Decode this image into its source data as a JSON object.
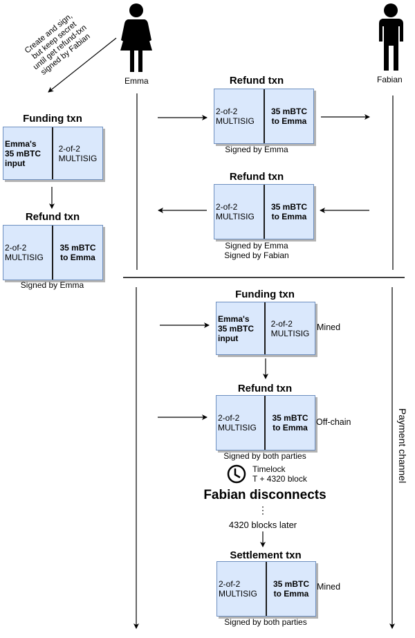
{
  "actors": {
    "emma": {
      "name": "Emma",
      "icon": "woman-figure-icon"
    },
    "fabian": {
      "name": "Fabian",
      "icon": "man-figure-icon"
    }
  },
  "diagonal_note": [
    "Create and sign,",
    "but keep secret",
    "until get refund-txn",
    "signed by Fabian"
  ],
  "left_column": {
    "funding": {
      "title": "Funding txn",
      "input": [
        "Emma's",
        "35 mBTC",
        "input"
      ],
      "output": [
        "2-of-2",
        "MULTISIG"
      ]
    },
    "refund": {
      "title": "Refund txn",
      "input": [
        "2-of-2",
        "MULTISIG"
      ],
      "output": [
        "35 mBTC",
        "to Emma"
      ],
      "signatures": [
        "Signed by Emma"
      ]
    }
  },
  "setup_phase": {
    "refund_to_fabian": {
      "title": "Refund txn",
      "input": [
        "2-of-2",
        "MULTISIG"
      ],
      "output": [
        "35 mBTC",
        "to Emma"
      ],
      "signatures": [
        "Signed by Emma"
      ]
    },
    "refund_to_emma": {
      "title": "Refund txn",
      "input": [
        "2-of-2",
        "MULTISIG"
      ],
      "output": [
        "35 mBTC",
        "to Emma"
      ],
      "signatures": [
        "Signed by Emma",
        "Signed by Fabian"
      ]
    }
  },
  "channel_phase": {
    "funding": {
      "title": "Funding txn",
      "input": [
        "Emma's",
        "35 mBTC",
        "input"
      ],
      "output": [
        "2-of-2",
        "MULTISIG"
      ],
      "status": "Mined"
    },
    "refund": {
      "title": "Refund txn",
      "input": [
        "2-of-2",
        "MULTISIG"
      ],
      "output": [
        "35 mBTC",
        "to Emma"
      ],
      "status": "Off-chain",
      "signatures": [
        "Signed by both parties"
      ]
    },
    "timelock": {
      "icon": "clock-icon",
      "label": "Timelock",
      "value": "T + 4320 block"
    },
    "event": "Fabian disconnects",
    "ellipsis": "⋮",
    "delay": "4320 blocks later",
    "settlement": {
      "title": "Settlement txn",
      "input": [
        "2-of-2",
        "MULTISIG"
      ],
      "output": [
        "35 mBTC",
        "to Emma"
      ],
      "status": "Mined",
      "signatures": [
        "Signed by both parties"
      ]
    },
    "side_label": "Payment channel"
  },
  "colors": {
    "box_fill": "#dae8fc",
    "box_border": "#6c8ebf",
    "line": "#000000"
  }
}
